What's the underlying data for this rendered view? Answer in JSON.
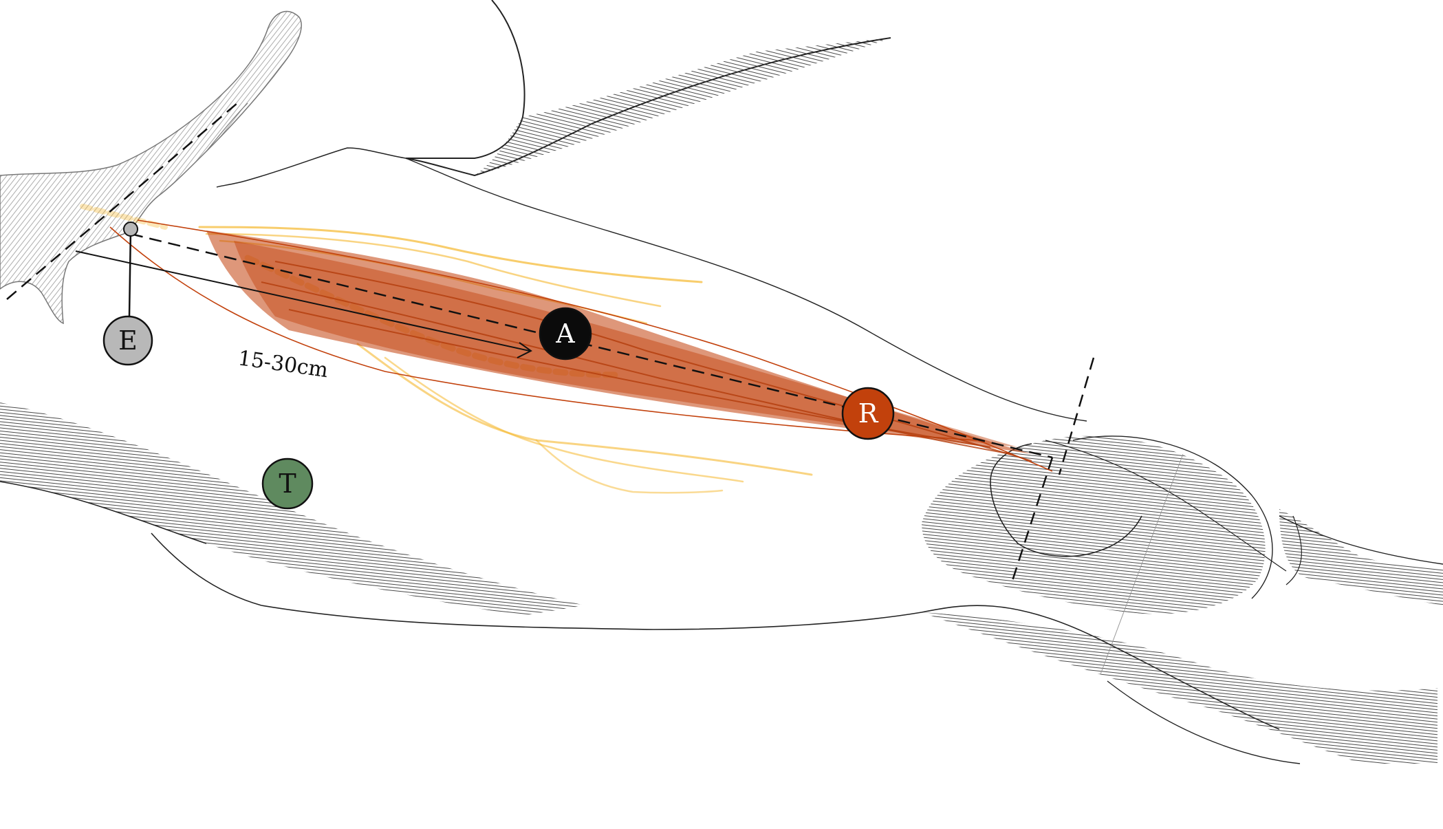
{
  "diagram": {
    "markers": [
      {
        "id": "E",
        "label": "E",
        "fill": "#b8b8b8",
        "text_color": "#111111"
      },
      {
        "id": "A",
        "label": "A",
        "fill": "#0b0b0b",
        "text_color": "#ffffff"
      },
      {
        "id": "R",
        "label": "R",
        "fill": "#c2410c",
        "text_color": "#ffffff"
      },
      {
        "id": "T",
        "label": "T",
        "fill": "#5f8a5f",
        "text_color": "#111111"
      }
    ],
    "dimension_label": "15-30cm",
    "colors": {
      "muscle": "#c2410c",
      "nerve": "#f5b82e",
      "outline": "#222222",
      "hatch": "#333333"
    }
  }
}
